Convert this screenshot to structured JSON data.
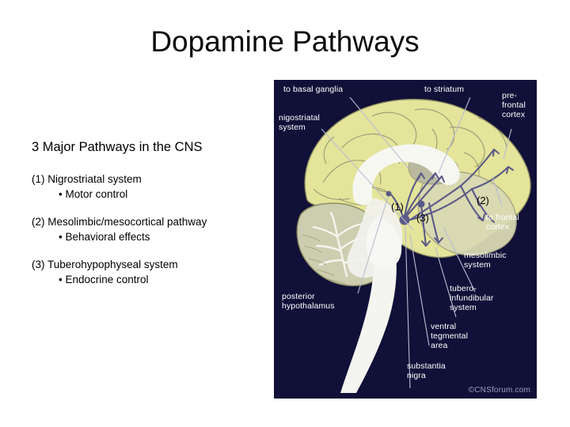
{
  "slide": {
    "title": "Dopamine Pathways"
  },
  "content": {
    "section_heading": "3 Major Pathways in the CNS",
    "pathways": [
      {
        "item": "(1) Nigrostriatal system",
        "sub": "• Motor control"
      },
      {
        "item": "(2) Mesolimbic/mesocortical pathway",
        "sub": "• Behavioral effects"
      },
      {
        "item": "(3) Tuberohypophyseal system",
        "sub": "• Endocrine control"
      }
    ]
  },
  "figure": {
    "credit": "©CNSforum.com",
    "colors": {
      "background": "#101038",
      "cortex": "#e4e49a",
      "inner_structures": "#cdcdb0",
      "white_matter": "#f2f2f2",
      "pathway": "#5a5a88",
      "label_text": "#ffffff",
      "leader_line": "#b9bdd2"
    },
    "labels": [
      {
        "text": "to basal ganglia"
      },
      {
        "text": "nigostriatal\nsystem"
      },
      {
        "text": "to striatum"
      },
      {
        "text": "pre-\nfrontal\ncortex"
      },
      {
        "text": "to frontal\ncortex"
      },
      {
        "text": "mesolimbic\nsystem"
      },
      {
        "text": "tubero-\ninfundibular\nsystem"
      },
      {
        "text": "ventral\ntegmental\narea"
      },
      {
        "text": "substantia\nnigra"
      },
      {
        "text": "posterior\nhypothalamus"
      }
    ],
    "markers": [
      {
        "text": "(1)"
      },
      {
        "text": "(2)"
      },
      {
        "text": "(3)"
      }
    ]
  }
}
